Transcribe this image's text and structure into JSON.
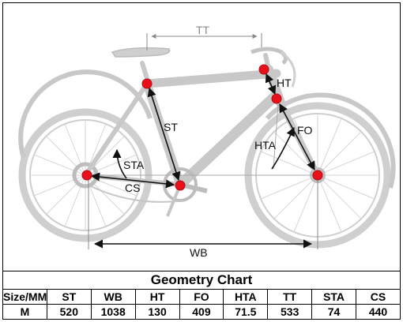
{
  "diagram_labels": {
    "tt": "TT",
    "ht": "HT",
    "st": "ST",
    "fo": "FO",
    "hta": "HTA",
    "sta": "STA",
    "cs": "CS",
    "wb": "WB"
  },
  "table": {
    "title": "Geometry Chart",
    "headers": [
      "Size/MM",
      "ST",
      "WB",
      "HT",
      "FO",
      "HTA",
      "TT",
      "STA",
      "CS"
    ],
    "rows": [
      [
        "M",
        "520",
        "1038",
        "130",
        "409",
        "71.5",
        "533",
        "74",
        "440"
      ]
    ]
  },
  "colors": {
    "bike": "#cfcfcf",
    "bike_dark": "#bdbdbd",
    "marker": "#e8101a",
    "arrow": "#111111"
  }
}
